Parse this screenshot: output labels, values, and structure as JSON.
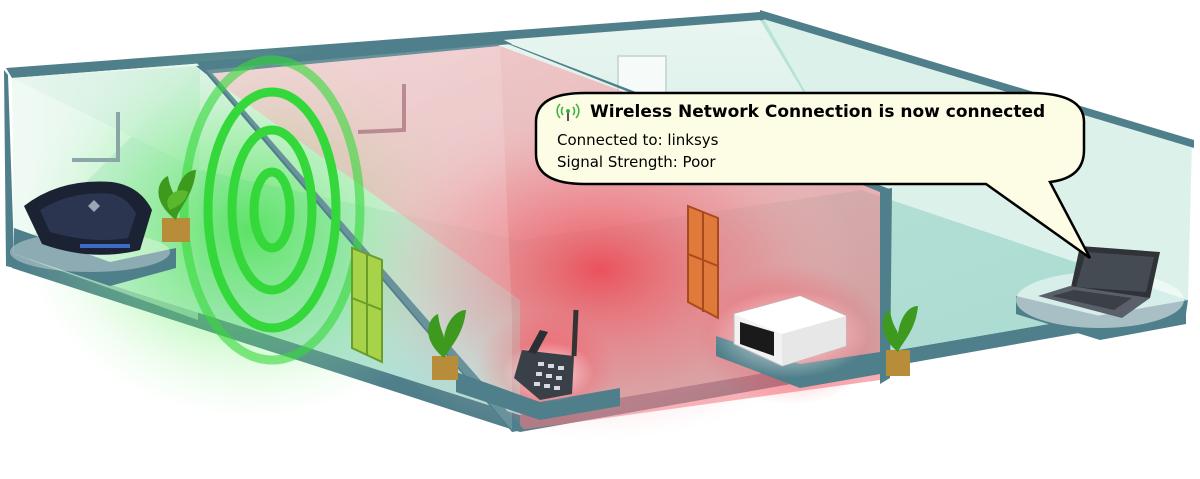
{
  "notification": {
    "icon": "wireless-network-icon",
    "title": "Wireless Network Connection is now connected",
    "connected_to": "Connected to: linksys",
    "signal_strength": "Signal Strength: Poor"
  },
  "scene": {
    "devices": [
      "router-icon",
      "cordless-phone-icon",
      "microwave-icon",
      "laptop-icon"
    ],
    "plants": [
      "plant-icon",
      "plant-icon",
      "plant-icon"
    ],
    "colors": {
      "strong_signal": "#39d43a",
      "interference": "#f05a64",
      "room_tint": "#cfe9e3",
      "wall_edge": "#4f7f8a"
    }
  }
}
